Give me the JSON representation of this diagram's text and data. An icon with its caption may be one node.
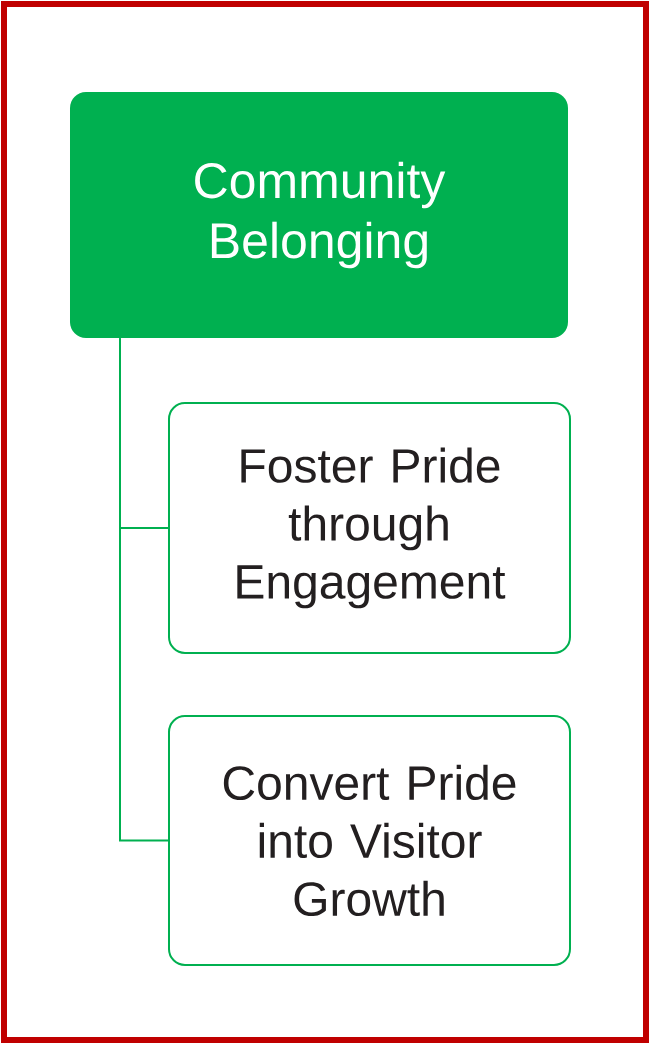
{
  "diagram": {
    "nodes": [
      {
        "text": [
          "Community Belonging"
        ]
      },
      {
        "text": [
          "Foster Pride through Engagement"
        ]
      },
      {
        "text": [
          "Convert Pride into Visitor Growth"
        ]
      }
    ],
    "edges": [
      {
        "from": 0,
        "to": 1,
        "arrow": "none"
      },
      {
        "from": 0,
        "to": 2,
        "arrow": "none"
      }
    ]
  }
}
